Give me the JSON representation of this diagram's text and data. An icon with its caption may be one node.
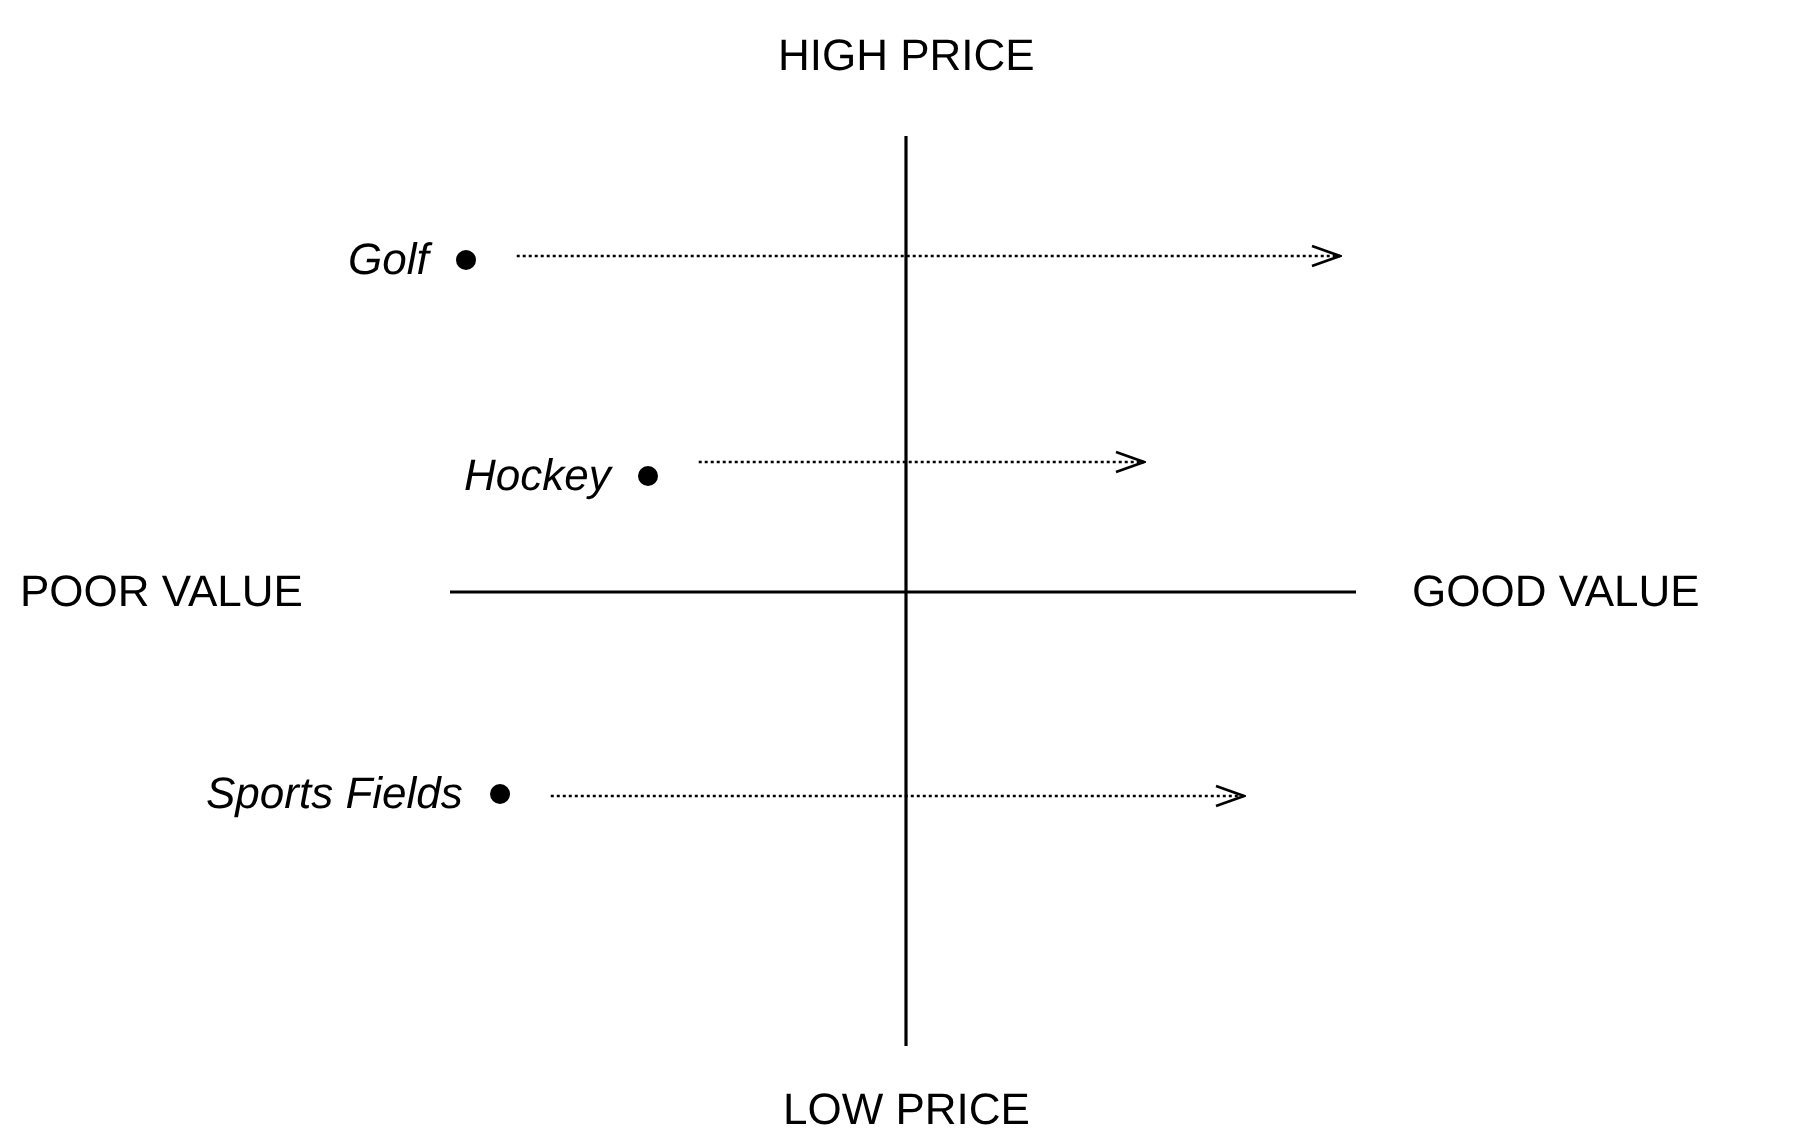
{
  "diagram": {
    "nodes": [
      {
        "text": [
          "Golf"
        ]
      },
      {
        "text": [
          "Hockey"
        ]
      },
      {
        "text": [
          "Sports Fields"
        ]
      }
    ],
    "edges": [
      {
        "from": 0,
        "to": null,
        "arrow": "to",
        "style": "dashed"
      },
      {
        "from": 1,
        "to": null,
        "arrow": "to",
        "style": "dashed"
      },
      {
        "from": 2,
        "to": null,
        "arrow": "to",
        "style": "dashed"
      }
    ],
    "labels": [
      "HIGH PRICE",
      "POOR VALUE",
      "GOOD VALUE",
      "LOW PRICE"
    ]
  }
}
